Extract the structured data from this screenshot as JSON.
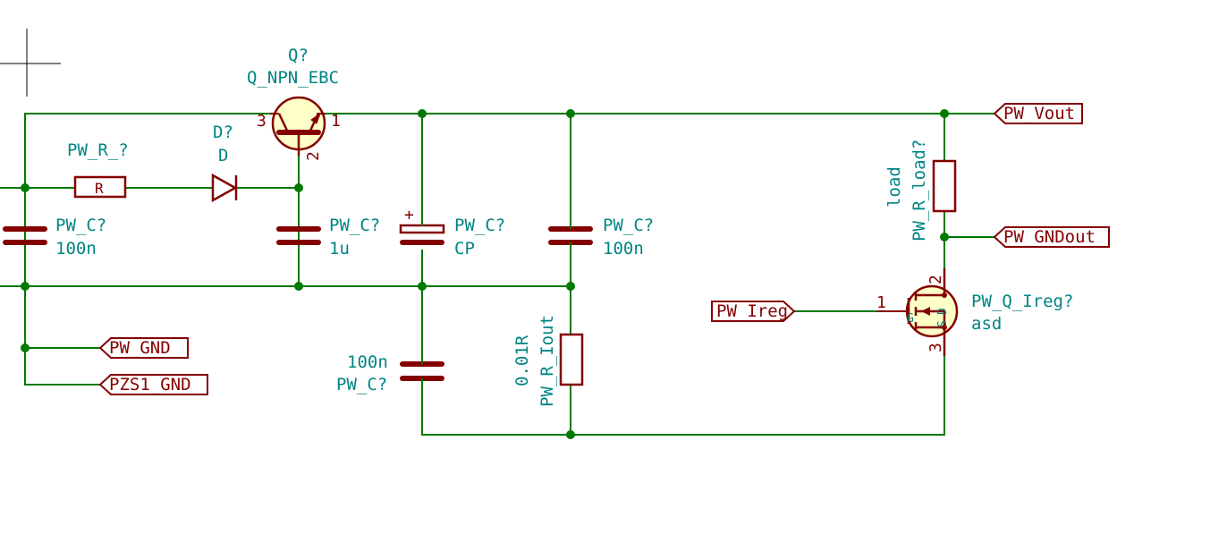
{
  "transistor": {
    "ref": "Q?",
    "value": "Q_NPN_EBC",
    "pins": [
      "3",
      "1",
      "2"
    ]
  },
  "resistor_in": {
    "ref": "PW_R_?",
    "value": "R"
  },
  "diode": {
    "ref": "D?",
    "value": "D"
  },
  "cap_left": {
    "ref": "PW_C?",
    "value": "100n"
  },
  "cap_mid": {
    "ref": "PW_C?",
    "value": "1u"
  },
  "cap_polar": {
    "ref": "PW_C?",
    "value": "CP",
    "polarity": "+"
  },
  "cap_right": {
    "ref": "PW_C?",
    "value": "100n"
  },
  "cap_bottom": {
    "ref": "PW_C?",
    "value": "100n"
  },
  "r_iout": {
    "ref": "PW_R_Iout",
    "value": "0.01R"
  },
  "r_load": {
    "ref": "PW_R_load?",
    "value": "load"
  },
  "mosfet": {
    "ref": "PW_Q_Ireg?",
    "value": "asd",
    "pins": [
      "1",
      "2",
      "3"
    ],
    "pin_letters": [
      "G",
      "D",
      "S"
    ]
  },
  "labels": {
    "vout": "PW_Vout",
    "gndout": "PW_GNDout",
    "ireg": "PW_Ireg",
    "gnd": "PW_GND",
    "pzs1_gnd": "PZS1_GND"
  }
}
